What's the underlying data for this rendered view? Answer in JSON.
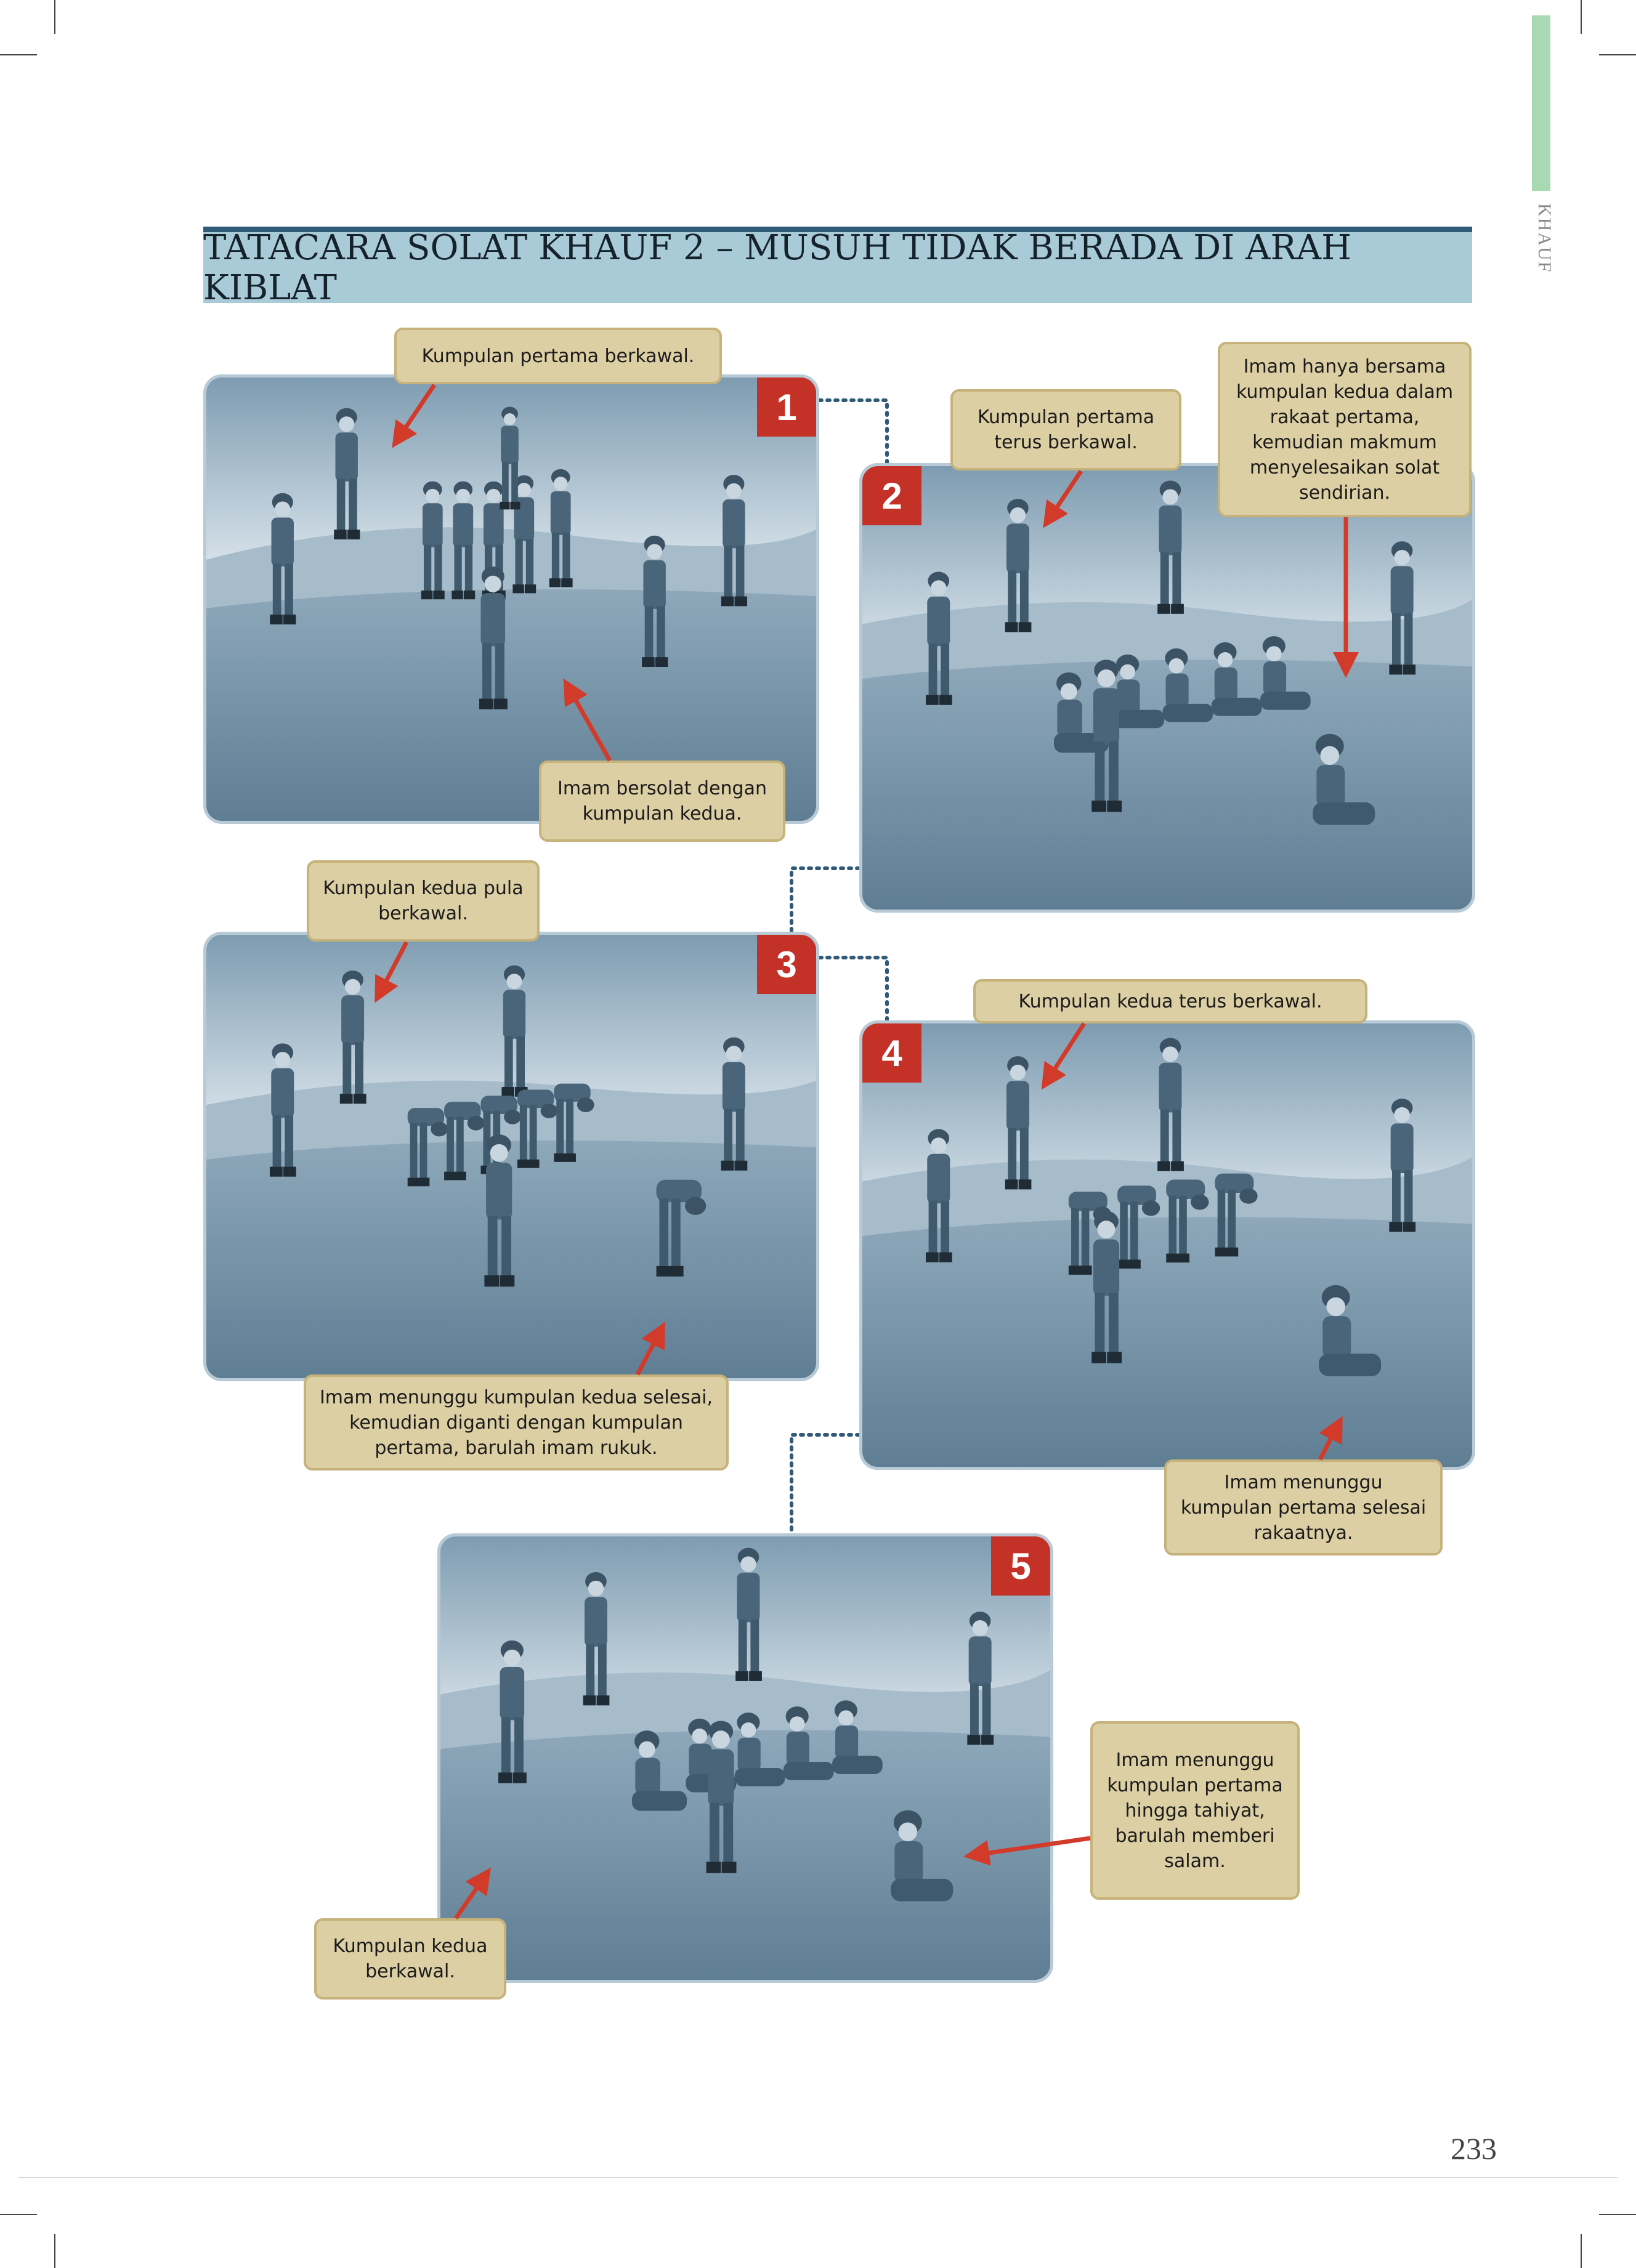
{
  "side_tab": {
    "label": "KHAUF",
    "color": "#a9d9b3"
  },
  "title": "TATACARA SOLAT KHAUF 2 – MUSUH TIDAK BERADA DI ARAH KIBLAT",
  "colors": {
    "title_bar": "#a9cbd8",
    "title_rule": "#2f5a78",
    "step_badge": "#c43126",
    "callout_fill": "#dccfa4",
    "arrow": "#d23a2a",
    "connector": "#2f5a78"
  },
  "panels": [
    {
      "number": "1"
    },
    {
      "number": "2"
    },
    {
      "number": "3"
    },
    {
      "number": "4"
    },
    {
      "number": "5"
    }
  ],
  "callouts": {
    "p1_guard": "Kumpulan pertama berkawal.",
    "p1_imam": "Imam bersolat dengan kumpulan kedua.",
    "p2_guard": "Kumpulan pertama terus berkawal.",
    "p2_imam": "Imam hanya bersama kumpulan kedua dalam rakaat pertama, kemudian makmum menyelesaikan solat sendirian.",
    "p3_guard": "Kumpulan kedua pula berkawal.",
    "p3_imam": "Imam menunggu kumpulan kedua selesai, kemudian diganti dengan kumpulan pertama, barulah imam rukuk.",
    "p4_guard": "Kumpulan kedua terus berkawal.",
    "p4_imam": "Imam menunggu kumpulan pertama selesai rakaatnya.",
    "p5_imam": "Imam menunggu kumpulan pertama hingga tahiyat, barulah memberi salam.",
    "p5_guard": "Kumpulan kedua berkawal."
  },
  "page_number": "233"
}
